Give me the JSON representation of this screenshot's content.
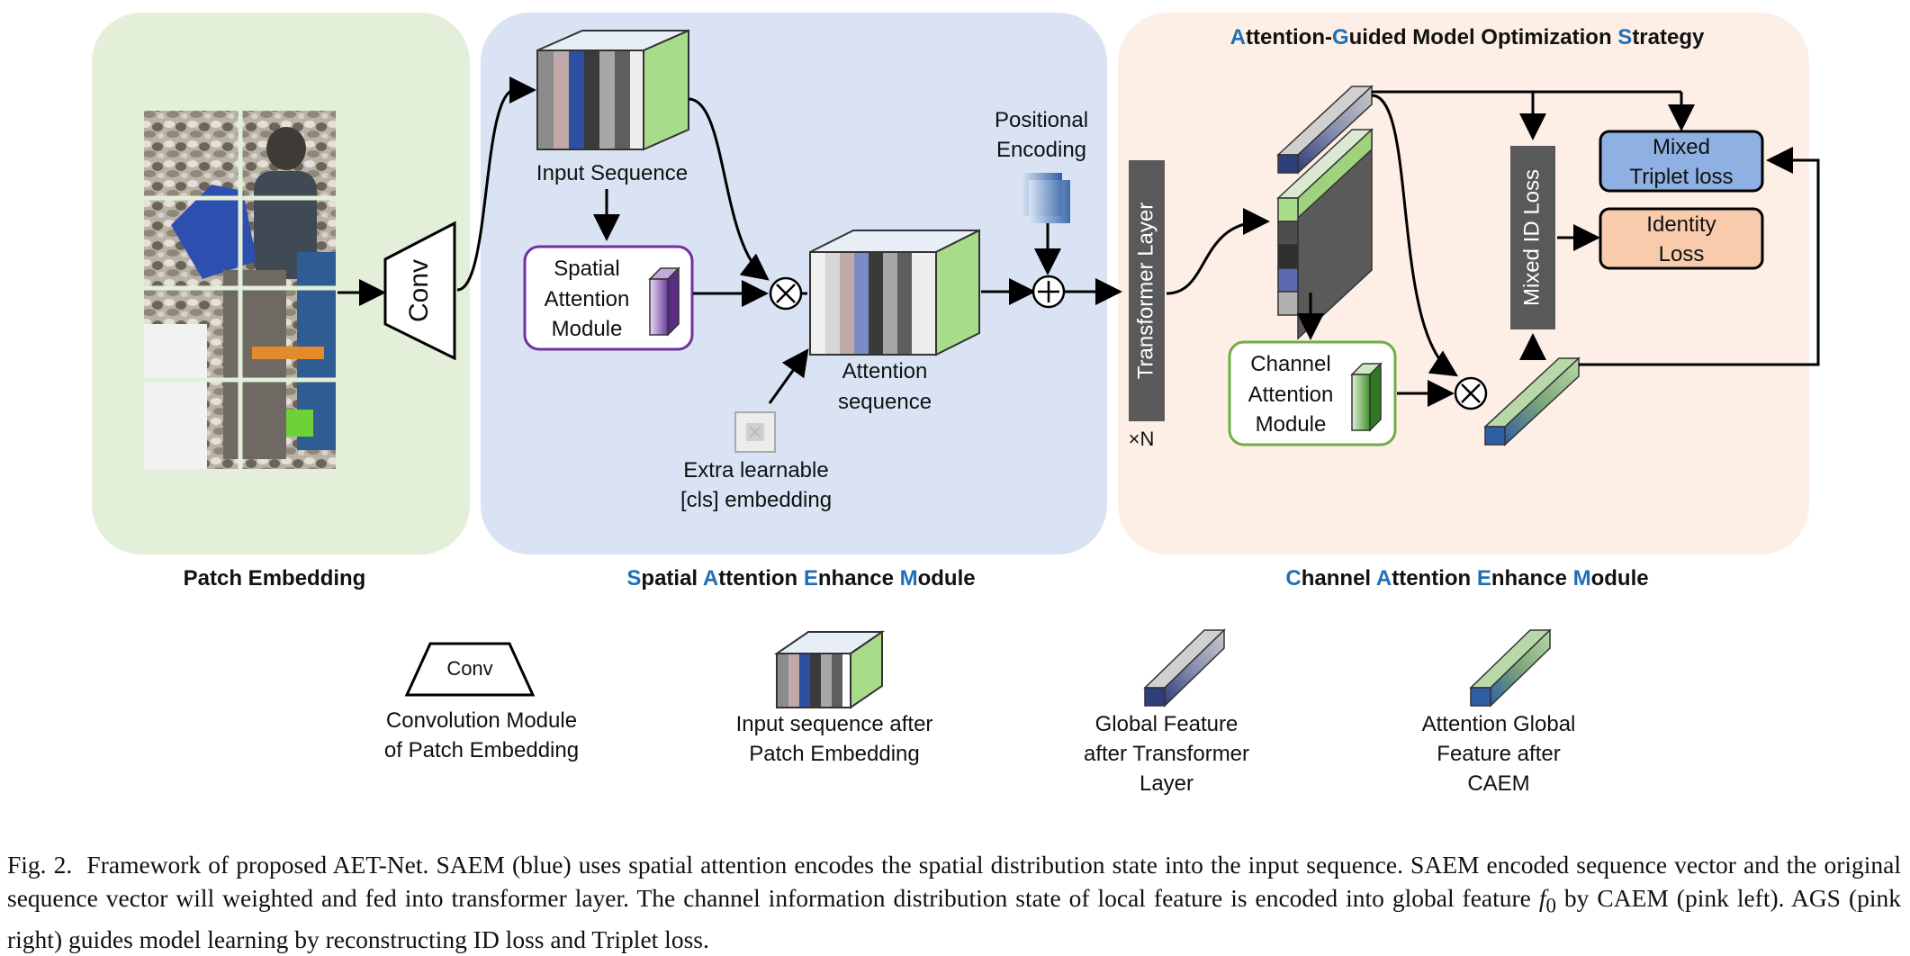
{
  "modules": {
    "patch_embedding": {
      "title": "Patch Embedding"
    },
    "saem": {
      "title": [
        {
          "initial": "S",
          "rest": "patial"
        },
        {
          "initial": "A",
          "rest": "ttention"
        },
        {
          "initial": "E",
          "rest": "nhance"
        },
        {
          "initial": "M",
          "rest": "odule"
        }
      ]
    },
    "caem": {
      "title": [
        {
          "initial": "C",
          "rest": "hannel"
        },
        {
          "initial": "A",
          "rest": "ttention"
        },
        {
          "initial": "E",
          "rest": "nhance"
        },
        {
          "initial": "M",
          "rest": "odule"
        }
      ]
    },
    "ags": {
      "title": [
        {
          "initial": "A",
          "rest": "ttention-"
        },
        {
          "initial": "G",
          "rest": "uided Model Optimization"
        },
        {
          "initial": "S",
          "rest": "trategy"
        }
      ]
    }
  },
  "nodes": {
    "conv": "Conv",
    "input_sequence": "Input Sequence",
    "spatial_attention": [
      "Spatial",
      "Attention",
      "Module"
    ],
    "attention_sequence": [
      "Attention",
      "sequence"
    ],
    "extra_embedding": [
      "Extra learnable",
      "[cls] embedding"
    ],
    "positional_encoding": [
      "Positional",
      "Encoding"
    ],
    "transformer_layer": "Transformer Layer",
    "repeat": "×N",
    "channel_attention": [
      "Channel",
      "Attention",
      "Module"
    ],
    "mixed_id_loss": "Mixed ID Loss",
    "mixed_triplet_loss": [
      "Mixed",
      "Triplet loss"
    ],
    "identity_loss": [
      "Identity",
      "Loss"
    ]
  },
  "legend": {
    "conv_label": "Conv",
    "conv": [
      "Convolution Module",
      "of Patch Embedding"
    ],
    "sequence": [
      "Input sequence after",
      "Patch Embedding"
    ],
    "global": [
      "Global Feature",
      "after Transformer",
      "Layer"
    ],
    "attention_global": [
      "Attention Global",
      "Feature after",
      "CAEM"
    ]
  },
  "caption": {
    "fig_label": "Fig. 2.",
    "part1": "Framework of proposed AET-Net. SAEM (blue) uses spatial attention encodes the spatial distribution state into the input sequence. SAEM encoded sequence vector and the original sequence vector will weighted and fed into transformer layer. The channel information distribution state of local feature is encoded into global feature ",
    "symbol": "f",
    "subscript": "0",
    "part2": " by CAEM (pink left). AGS (pink right) guides model learning by reconstructing ID loss and Triplet loss."
  },
  "colors": {
    "patch_bg": "#e3efd9",
    "saem_bg": "#d9e3f3",
    "caem_bg": "#fdefe6",
    "accent_blue": "#1f6fb8",
    "purple": "#7030a0",
    "green_border": "#70ad47",
    "triplet_fill": "#8fb0e2",
    "identity_fill": "#f8cbad",
    "dark_bar": "#595959"
  }
}
